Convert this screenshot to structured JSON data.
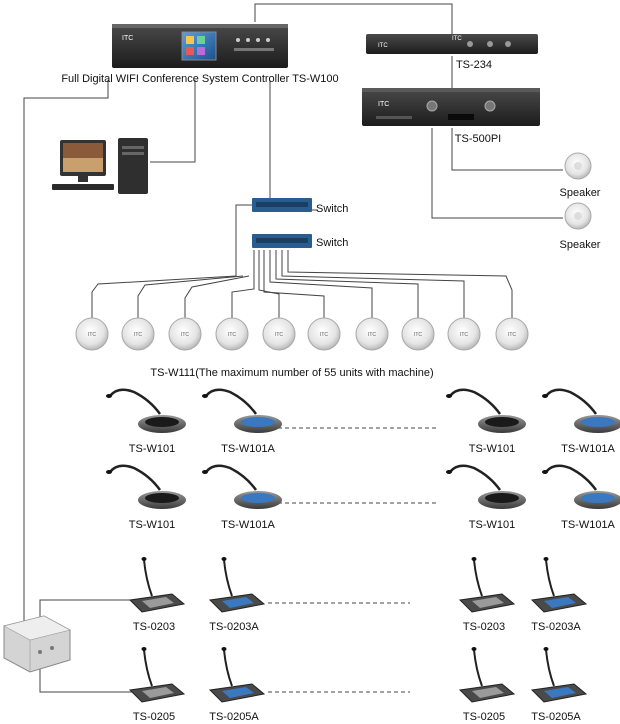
{
  "devices": {
    "controller": {
      "label": "Full Digital WIFI Conference System Controller TS-W100",
      "brand": "ITC"
    },
    "ts234": {
      "label": "TS-234",
      "brand": "ITC"
    },
    "ts500": {
      "label": "TS-500PI",
      "brand": "ITC"
    },
    "speakers": [
      {
        "label": "Speaker"
      },
      {
        "label": "Speaker"
      }
    ],
    "switches": [
      {
        "label": "Switch"
      },
      {
        "label": "Switch"
      }
    ],
    "access_points": {
      "caption": "TS-W111(The maximum number of 55 units with machine)",
      "count": 10,
      "brand": "ITC"
    }
  },
  "wifi_units": {
    "row1": [
      "TS-W101",
      "TS-W101A",
      "TS-W101",
      "TS-W101A"
    ],
    "row2": [
      "TS-W101",
      "TS-W101A",
      "TS-W101",
      "TS-W101A"
    ]
  },
  "wired_units": {
    "row1": [
      "TS-0203",
      "TS-0203A",
      "TS-0203",
      "TS-0203A"
    ],
    "row2": [
      "TS-0205",
      "TS-0205A",
      "TS-0205",
      "TS-0205A"
    ]
  },
  "colors": {
    "switch": "#2a5d8f",
    "device_dark": "#2b2b2b",
    "wire": "#444444"
  }
}
